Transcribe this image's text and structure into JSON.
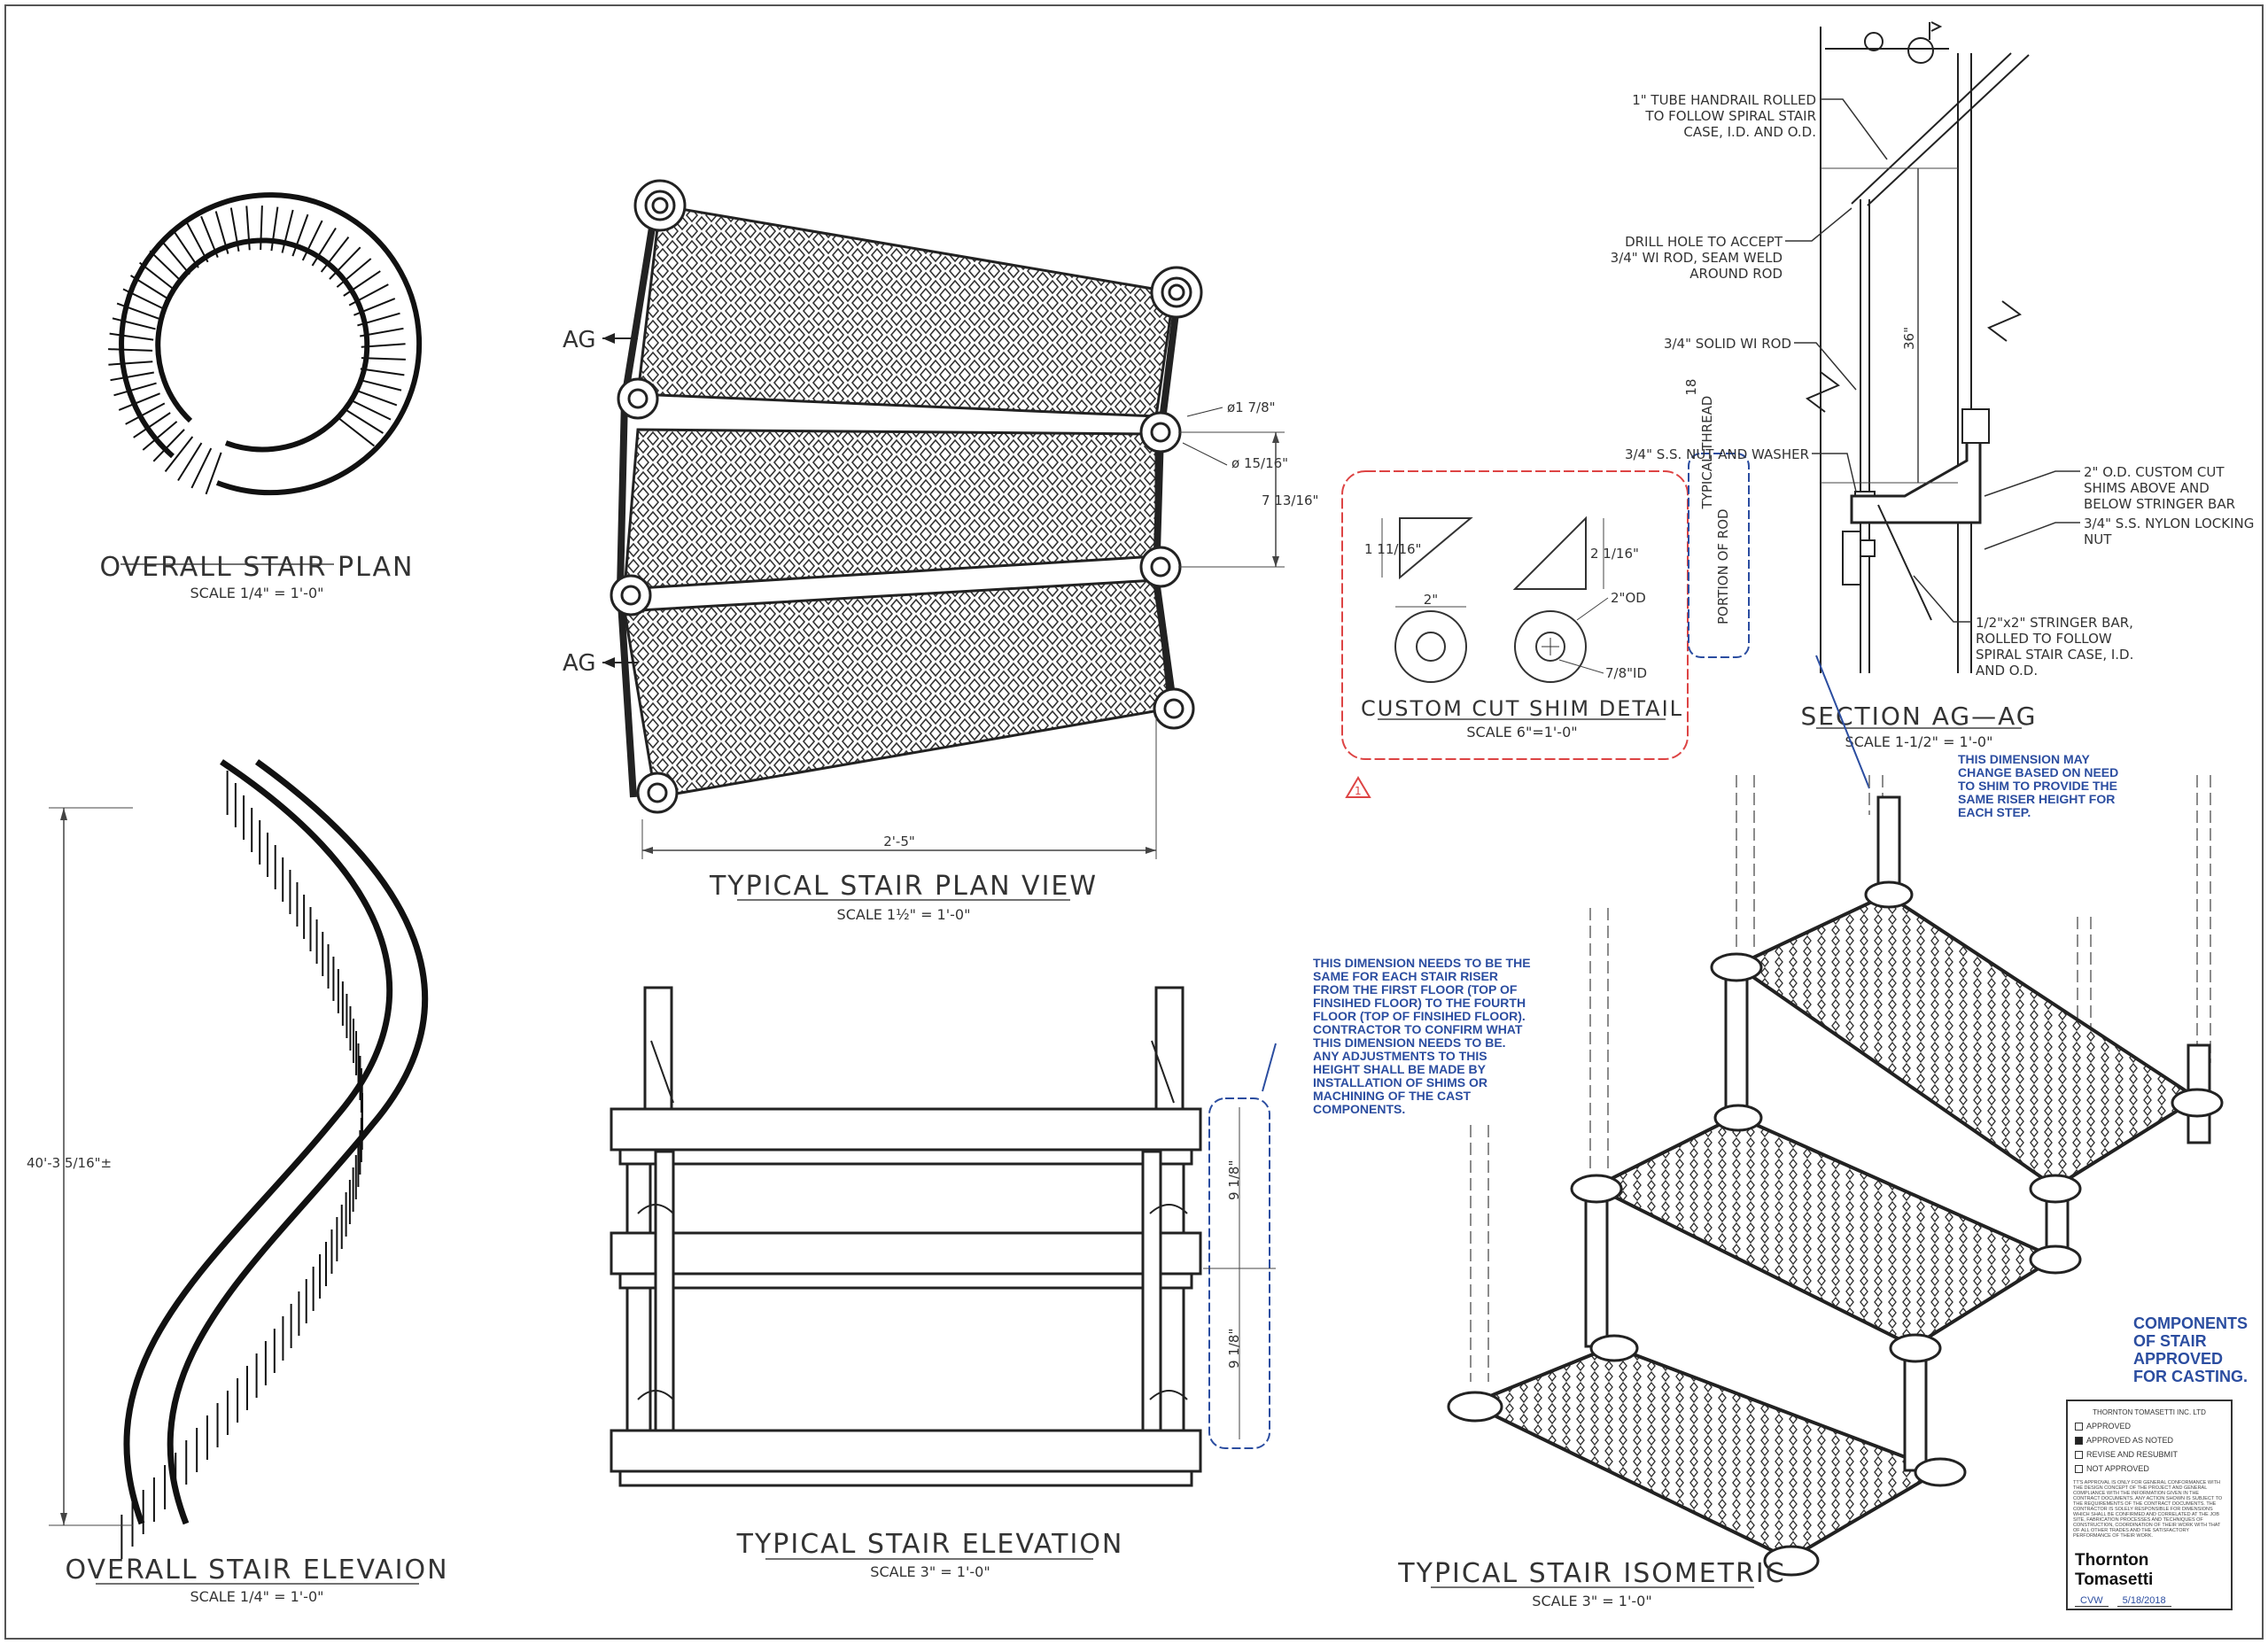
{
  "overall_plan": {
    "title": "OVERALL STAIR PLAN",
    "scale": "SCALE 1/4\" = 1'-0\""
  },
  "overall_elevation": {
    "title": "OVERALL STAIR ELEVAION",
    "scale": "SCALE 1/4\" = 1'-0\"",
    "height_dim": "40'-3 5/16\"±"
  },
  "plan_view": {
    "title": "TYPICAL STAIR PLAN VIEW",
    "scale": "SCALE 1½\" = 1'-0\"",
    "width_dim": "2'-5\"",
    "section_tag_top": "AG",
    "section_tag_bottom": "AG",
    "dia_outer": "ø1 7/8\"",
    "dia_inner": "ø 15/16\"",
    "spacing": "7 13/16\""
  },
  "elevation": {
    "title": "TYPICAL STAIR ELEVATION",
    "scale": "SCALE 3\" = 1'-0\"",
    "riser_1": "9 1/8\"",
    "riser_2": "9 1/8\""
  },
  "elevation_note": [
    "THIS DIMENSION NEEDS TO BE THE",
    "SAME FOR EACH STAIR RISER",
    "FROM THE FIRST FLOOR (TOP OF",
    "FINSIHED FLOOR) TO THE FOURTH",
    "FLOOR (TOP OF FINSIHED FLOOR).",
    "CONTRACTOR TO CONFIRM WHAT",
    "THIS DIMENSION NEEDS TO BE.",
    "ANY ADJUSTMENTS TO THIS",
    "HEIGHT SHALL BE MADE BY",
    "INSTALLATION OF SHIMS OR",
    "MACHINING OF THE CAST",
    "COMPONENTS."
  ],
  "shim_detail": {
    "title": "CUSTOM CUT SHIM DETAIL",
    "scale": "SCALE 6\"=1'-0\"",
    "h1": "1 11/16\"",
    "h2": "2 1/16\"",
    "width": "2\"",
    "od": "2\"OD",
    "id": "7/8\"ID",
    "thread": [
      "18",
      "TYPICAL THREAD",
      "PORTION OF ROD"
    ],
    "revision": "1"
  },
  "section": {
    "title": "SECTION AG—AG",
    "scale": "SCALE 1-1/2\" = 1'-0\"",
    "height": "36\"",
    "notes": {
      "handrail": [
        "1\" TUBE HANDRAIL ROLLED",
        "TO FOLLOW SPIRAL STAIR",
        "CASE, I.D. AND O.D."
      ],
      "drill": [
        "DRILL HOLE TO ACCEPT",
        "3/4\" WI ROD, SEAM WELD",
        "AROUND ROD"
      ],
      "rod": [
        "3/4\" SOLID WI ROD"
      ],
      "nut": [
        "3/4\" S.S. NUT AND WASHER"
      ],
      "shims": [
        "2\" O.D. CUSTOM CUT",
        "SHIMS ABOVE AND",
        "BELOW STRINGER BAR"
      ],
      "locknut": [
        "3/4\" S.S. NYLON LOCKING",
        "NUT"
      ],
      "stringer": [
        "1/2\"x2\" STRINGER BAR,",
        "ROLLED TO FOLLOW",
        "SPIRAL STAIR CASE, I.D.",
        "AND O.D."
      ]
    }
  },
  "section_note": [
    "THIS DIMENSION MAY",
    "CHANGE BASED ON NEED",
    "TO SHIM TO PROVIDE THE",
    "SAME RISER HEIGHT FOR",
    "EACH STEP."
  ],
  "isometric": {
    "title": "TYPICAL STAIR ISOMETRIC",
    "scale": "SCALE 3\" = 1'-0\""
  },
  "approval_note": [
    "COMPONENTS",
    "OF STAIR",
    "APPROVED",
    "FOR CASTING."
  ],
  "stamp": {
    "header": "THORNTON TOMASETTI INC. LTD",
    "options": [
      "APPROVED",
      "APPROVED AS NOTED",
      "REVISE AND RESUBMIT",
      "NOT APPROVED"
    ],
    "selected_index": 1,
    "fine_print": "TT'S APPROVAL IS ONLY FOR GENERAL CONFORMANCE WITH THE DESIGN CONCEPT OF THE PROJECT AND GENERAL COMPLIANCE WITH THE INFORMATION GIVEN IN THE CONTRACT DOCUMENTS. ANY ACTION SHOWN IS SUBJECT TO THE REQUIREMENTS OF THE CONTRACT DOCUMENTS. THE CONTRACTOR IS SOLELY RESPONSIBLE FOR DIMENSIONS WHICH SHALL BE CONFIRMED AND CORRELATED AT THE JOB SITE, FABRICATION PROCESSES AND TECHNIQUES OF CONSTRUCTION, COORDINATION OF THEIR WORK WITH THAT OF ALL OTHER TRADES AND THE SATISFACTORY PERFORMANCE OF THEIR WORK.",
    "firm": "Thornton Tomasetti",
    "by": "CVW",
    "date": "5/18/2018"
  }
}
